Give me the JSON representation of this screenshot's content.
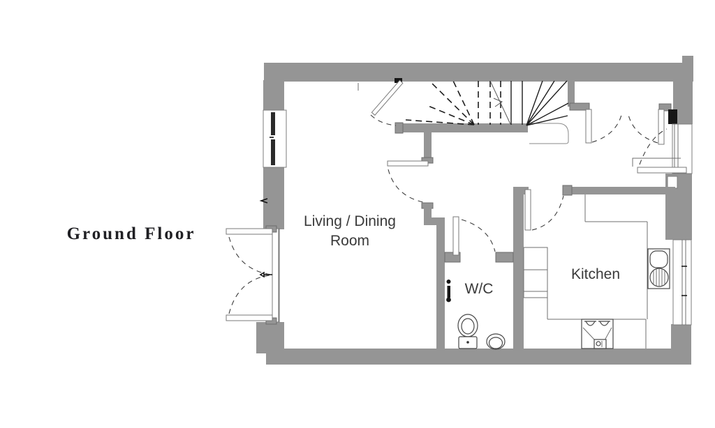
{
  "floor_plan": {
    "title": "Ground Floor",
    "rooms": {
      "living_dining": {
        "label_line1": "Living / Dining",
        "label_line2": "Room"
      },
      "wc": {
        "label": "W/C"
      },
      "kitchen": {
        "label": "Kitchen"
      }
    },
    "colors": {
      "wall": "#959595",
      "outline": "#7a7a7a",
      "stair_line": "#1d1d1d",
      "door_arc": "#3c3c3c",
      "text": "#3a3a3a",
      "title": "#1f1f23",
      "background": "#ffffff"
    }
  }
}
